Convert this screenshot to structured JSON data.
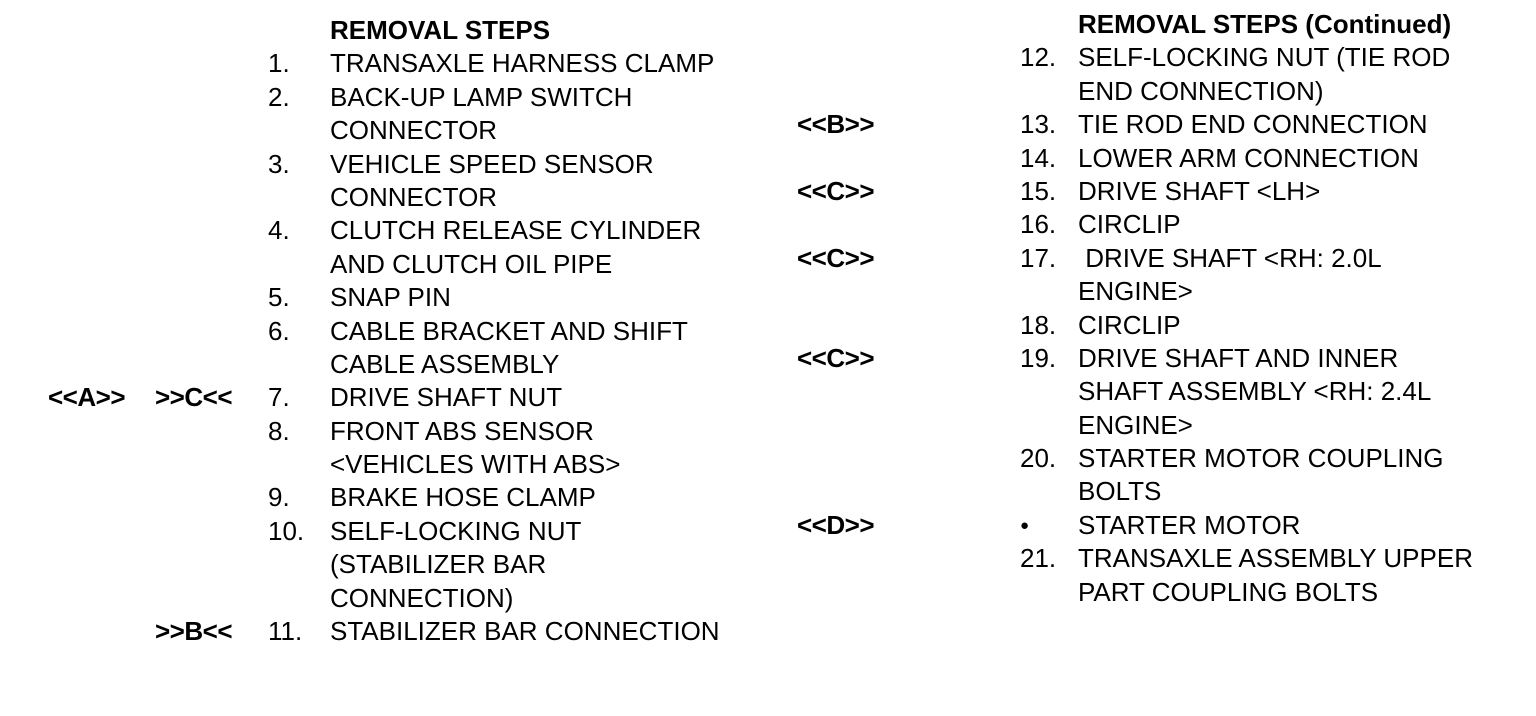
{
  "document": {
    "left": {
      "header": "REMOVAL STEPS",
      "rows": [
        {
          "m1": "",
          "m2": "",
          "n": "1.",
          "t": "TRANSAXLE HARNESS CLAMP"
        },
        {
          "m1": "",
          "m2": "",
          "n": "2.",
          "t": "BACK-UP LAMP SWITCH"
        },
        {
          "m1": "",
          "m2": "",
          "n": "",
          "t": "CONNECTOR"
        },
        {
          "m1": "",
          "m2": "",
          "n": "3.",
          "t": "VEHICLE SPEED SENSOR"
        },
        {
          "m1": "",
          "m2": "",
          "n": "",
          "t": "CONNECTOR"
        },
        {
          "m1": "",
          "m2": "",
          "n": "4.",
          "t": "CLUTCH RELEASE CYLINDER"
        },
        {
          "m1": "",
          "m2": "",
          "n": "",
          "t": "AND CLUTCH OIL PIPE"
        },
        {
          "m1": "",
          "m2": "",
          "n": "5.",
          "t": "SNAP PIN"
        },
        {
          "m1": "",
          "m2": "",
          "n": "6.",
          "t": "CABLE BRACKET AND SHIFT"
        },
        {
          "m1": "",
          "m2": "",
          "n": "",
          "t": "CABLE ASSEMBLY"
        },
        {
          "m1": "<<A>>",
          "m2": ">>C<<",
          "n": "7.",
          "t": "DRIVE SHAFT NUT"
        },
        {
          "m1": "",
          "m2": "",
          "n": "8.",
          "t": "FRONT ABS SENSOR"
        },
        {
          "m1": "",
          "m2": "",
          "n": "",
          "t": "<VEHICLES WITH ABS>"
        },
        {
          "m1": "",
          "m2": "",
          "n": "9.",
          "t": "BRAKE HOSE CLAMP"
        },
        {
          "m1": "",
          "m2": "",
          "n": "10.",
          "t": "SELF-LOCKING NUT"
        },
        {
          "m1": "",
          "m2": "",
          "n": "",
          "t": "(STABILIZER BAR"
        },
        {
          "m1": "",
          "m2": "",
          "n": "",
          "t": "CONNECTION)"
        },
        {
          "m1": "",
          "m2": ">>B<<",
          "n": "11.",
          "t": "STABILIZER BAR CONNECTION"
        }
      ]
    },
    "right": {
      "header": "REMOVAL STEPS (Continued)",
      "rows": [
        {
          "m": "",
          "n": "12.",
          "t": "SELF-LOCKING NUT (TIE ROD"
        },
        {
          "m": "",
          "n": "",
          "t": "END CONNECTION)"
        },
        {
          "m": "<<B>>",
          "n": "13.",
          "t": "TIE ROD END CONNECTION"
        },
        {
          "m": "",
          "n": "14.",
          "t": "LOWER ARM CONNECTION"
        },
        {
          "m": "<<C>>",
          "n": "15.",
          "t": "DRIVE SHAFT <LH>"
        },
        {
          "m": "",
          "n": "16.",
          "t": "CIRCLIP"
        },
        {
          "m": "<<C>>",
          "n": "17.",
          "t": " DRIVE SHAFT <RH: 2.0L"
        },
        {
          "m": "",
          "n": "",
          "t": "ENGINE>"
        },
        {
          "m": "",
          "n": "18.",
          "t": "CIRCLIP"
        },
        {
          "m": "<<C>>",
          "n": "19.",
          "t": "DRIVE SHAFT AND INNER"
        },
        {
          "m": "",
          "n": "",
          "t": "SHAFT ASSEMBLY <RH: 2.4L"
        },
        {
          "m": "",
          "n": "",
          "t": "ENGINE>"
        },
        {
          "m": "",
          "n": "20.",
          "t": "STARTER MOTOR COUPLING"
        },
        {
          "m": "",
          "n": "",
          "t": "BOLTS"
        },
        {
          "m": "<<D>>",
          "n": "●",
          "t": "STARTER MOTOR"
        },
        {
          "m": "",
          "n": "21.",
          "t": "TRANSAXLE ASSEMBLY UPPER"
        },
        {
          "m": "",
          "n": "",
          "t": "PART COUPLING BOLTS"
        }
      ]
    }
  }
}
